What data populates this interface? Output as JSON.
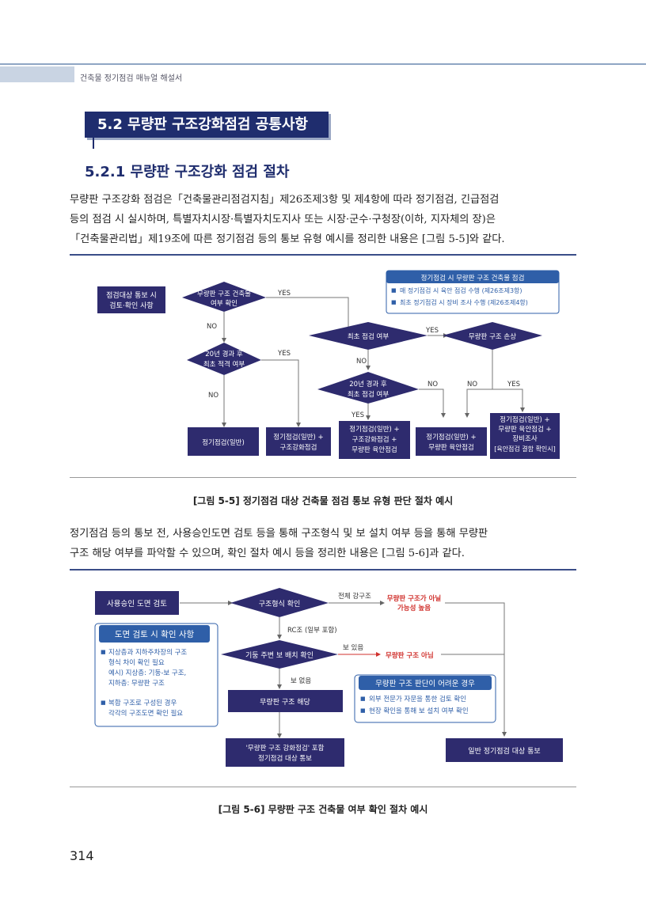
{
  "header": {
    "running_title": "건축물 정기점검 매뉴얼 해설서"
  },
  "section": {
    "title": "5.2 무량판 구조강화점검 공통사항"
  },
  "subsection": {
    "title": "5.2.1 무량판 구조강화 점검 절차"
  },
  "paragraph1": [
    "무량판 구조강화 점검은「건축물관리점검지침」제26조제3항 및 제4항에 따라 정기점검, 긴급점검",
    "등의 점검 시 실시하며, 특별자치시장·특별자치도지사 또는 시장·군수·구청장(이하, 지자체의 장)은",
    "「건축물관리법」제19조에 따른 정기점검 등의 통보 유형 예시를 정리한 내용은 [그림 5-5]와 같다."
  ],
  "figure1": {
    "start_box": [
      "점검대상 통보 시",
      "검토·확인 사항"
    ],
    "d1": [
      "무량판 구조 건축물",
      "여부 확인"
    ],
    "d2": [
      "20년 경과 후",
      "최초 적격 여부"
    ],
    "d3": [
      "최초 점검 여부"
    ],
    "d4": [
      "무량판 구조 손상"
    ],
    "d5": [
      "20년 경과 후",
      "최초 점검 여부"
    ],
    "info_title": "정기점검 시 무량판 구조 건축물 점검",
    "info_items": [
      "매 정기점검 시 육안 점검 수행 (제26조제3항)",
      "최초 정기점검 시 장비 조사 수행 (제26조제4항)"
    ],
    "labels": {
      "yes": "YES",
      "no": "NO"
    },
    "outputs": [
      [
        "정기점검(일반)"
      ],
      [
        "정기점검(일반) +",
        "구조강화점검"
      ],
      [
        "정기점검(일반) +",
        "구조강화점검 +",
        "무량판 육안점검"
      ],
      [
        "정기점검(일반) +",
        "무량판 육안점검"
      ],
      [
        "정기점검(일반) +",
        "무량판 육안점검 +",
        "장비조사",
        "[육안점검 결함 확인시]"
      ]
    ],
    "caption": "[그림 5-5] 정기점검 대상 건축물 점검 통보 유형 판단 절차 예시"
  },
  "paragraph2": [
    "정기점검 등의 통보 전, 사용승인도면 검토 등을 통해 구조형식 및 보 설치 여부 등을 통해 무량판",
    "구조 해당 여부를 파악할 수 있으며, 확인 절차 예시 등을 정리한 내용은 [그림 5-6]과 같다."
  ],
  "figure2": {
    "start_box": "사용승인 도면 검토",
    "d1": "구조형식 확인",
    "d2": "기둥 주변 보 배치 확인",
    "label_all_rc": "전체 강구조",
    "label_rc_partial": "RC조 (일부 포함)",
    "label_beam_yes": "보 있음",
    "label_beam_no": "보 없음",
    "red1": [
      "무량판 구조가 아닐",
      "가능성 높음"
    ],
    "red2": "무량판 구조 아님",
    "yes_box": "무량판 구조 해당",
    "bottom_box": [
      "'무량판 구조 강화점검' 포함",
      "정기점검 대상 통보"
    ],
    "general_box": "일반 정기점검 대상 통보",
    "review_title": "도면 검토 시 확인 사항",
    "review_items": [
      [
        "지상층과 지하주차장의 구조",
        "형식 차이 확인 필요",
        "예시) 지상층: 기둥-보 구조,",
        "지하층: 무량판 구조"
      ],
      [
        "복합 구조로 구성된 경우",
        "각각의 구조도면 확인 필요"
      ]
    ],
    "hard_title": "무량판 구조 판단이 어려운 경우",
    "hard_items": [
      "외부 전문가 자문을 통한 검토 확인",
      "현장 확인을 통해 보 설치 여부 확인"
    ],
    "caption": "[그림 5-6] 무량판 구조 건축물 여부 확인 절차 예시"
  },
  "page_number": "314",
  "colors": {
    "navy": "#2e2b6e",
    "info_blue": "#2f5fa8",
    "red_text": "#d0312d",
    "rule": "#3a4d88"
  }
}
